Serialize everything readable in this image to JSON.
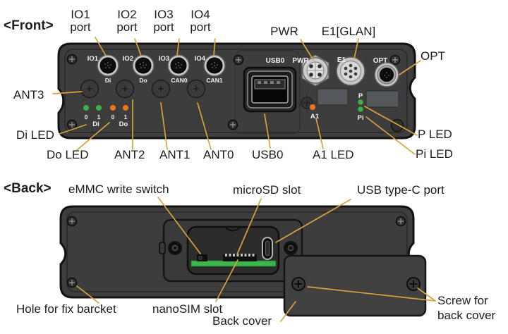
{
  "colors": {
    "callout_line": "#D7A33C",
    "led_green": "#3FAE49",
    "led_orange": "#EE7524",
    "pcb_green": "#3CB54A",
    "device_body": "#3D3D3D"
  },
  "front": {
    "title": "<Front>",
    "panel": {
      "io1": "IO1",
      "io2": "IO2",
      "io3": "IO3",
      "io4": "IO4",
      "di": "Di",
      "do": "Do",
      "can0": "CAN0",
      "can1": "CAN1",
      "usb0": "USB0",
      "pwr": "PWR",
      "e1": "E1",
      "opt": "OPT",
      "a1": "A1",
      "p": "P",
      "pi": "Pi",
      "digits": {
        "d0": "0",
        "d1": "1",
        "d2": "0",
        "d3": "1"
      },
      "di_group": "Di",
      "do_group": "Do"
    },
    "callouts": {
      "io1": {
        "line1": "IO1",
        "line2": "port"
      },
      "io2": {
        "line1": "IO2",
        "line2": "port"
      },
      "io3": {
        "line1": "IO3",
        "line2": "port"
      },
      "io4": {
        "line1": "IO4",
        "line2": "port"
      },
      "pwr": "PWR",
      "e1glan": "E1[GLAN]",
      "opt": "OPT",
      "ant3": "ANT3",
      "di_led": "Di LED",
      "do_led": "Do LED",
      "ant2": "ANT2",
      "ant1": "ANT1",
      "ant0": "ANT0",
      "usb0": "USB0",
      "a1_led": "A1 LED",
      "p_led": "P LED",
      "pi_led": "Pi LED"
    }
  },
  "back": {
    "title": "<Back>",
    "callouts": {
      "emmc": "eMMC write switch",
      "microsd": "microSD slot",
      "usbc": "USB type-C port",
      "hole": "Hole for fix barcket",
      "nanosim": "nanoSIM slot",
      "back_cover": "Back cover",
      "screw": {
        "line1": "Screw for",
        "line2": "back cover"
      }
    }
  }
}
